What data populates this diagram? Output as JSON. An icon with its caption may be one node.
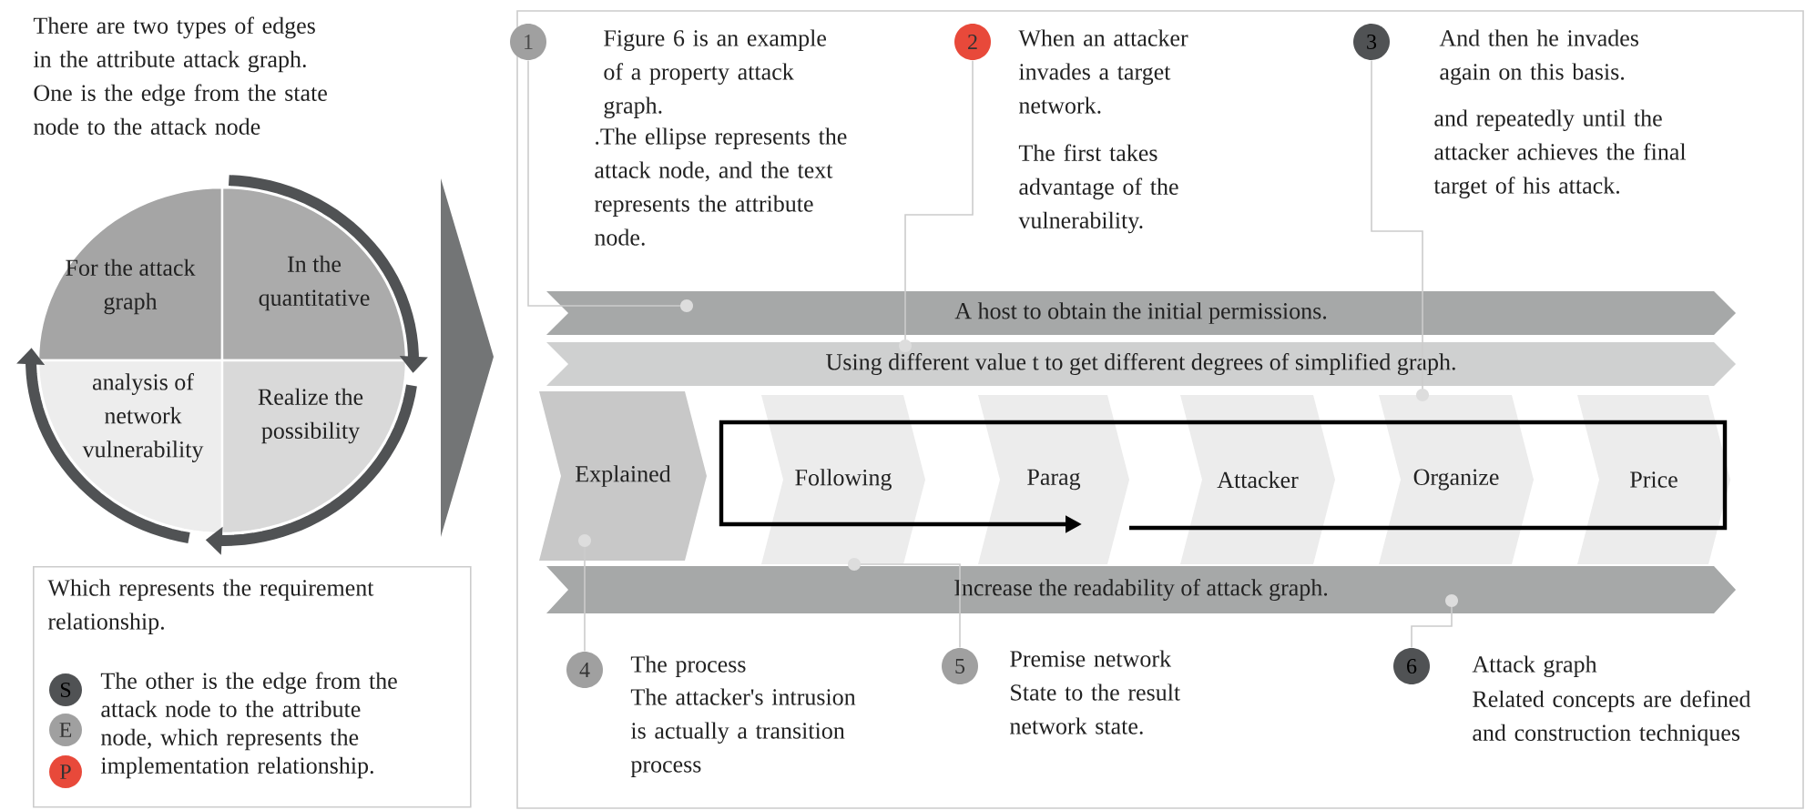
{
  "diagram": {
    "nodes": [
      {
        "text": [
          "For the attack graph"
        ]
      },
      {
        "text": [
          "In the quantitative"
        ]
      },
      {
        "text": [
          "analysis of network vulnerability"
        ]
      },
      {
        "text": [
          "Realize the possibility"
        ]
      },
      {
        "text": [
          "Which represents the requirement relationship.",
          "The other is the edge from the attack node to the attribute node, which represents the implementation relationship."
        ]
      },
      {
        "text": [
          "S"
        ],
        "in": 4
      },
      {
        "text": [
          "E"
        ],
        "in": 4
      },
      {
        "text": [
          "P"
        ],
        "in": 4
      },
      {
        "text": [
          "1"
        ],
        "beside": [
          "Figure 6 is an example of a property attack graph.",
          ".The ellipse represents the attack node, and the text represents the attribute node."
        ]
      },
      {
        "text": [
          "2"
        ],
        "beside": [
          "When an attacker invades a target network.",
          "The first takes advantage of the vulnerability."
        ]
      },
      {
        "text": [
          "3"
        ],
        "beside": [
          "And then he invades again on this basis.",
          "and repeatedly until the attacker achieves the final target of his attack."
        ]
      },
      {
        "text": [
          "A host to obtain the initial permissions."
        ]
      },
      {
        "text": [
          "Using different value t to get different degrees of simplified graph."
        ]
      },
      {
        "text": [
          "Explained"
        ]
      },
      {
        "text": [
          "Following"
        ]
      },
      {
        "text": [
          "Parag"
        ]
      },
      {
        "text": [
          "Attacker"
        ]
      },
      {
        "text": [
          "Organize"
        ]
      },
      {
        "text": [
          "Price"
        ]
      },
      {
        "text": [
          "Increase the readability of attack graph."
        ]
      },
      {
        "text": [
          "4"
        ],
        "beside": [
          "The process",
          "The attacker's intrusion is actually a transition process"
        ]
      },
      {
        "text": [
          "5"
        ],
        "beside": [
          "Premise network State to the result network state."
        ]
      },
      {
        "text": [
          "6"
        ],
        "beside": [
          "Attack graph",
          "Related concepts are defined and construction techniques"
        ]
      },
      {
        "text": [],
        "shape": "triangle"
      }
    ],
    "edges": [
      {
        "from": 8,
        "to": 11,
        "arrow": "other"
      },
      {
        "from": 9,
        "to": 12,
        "arrow": "other"
      },
      {
        "from": 10,
        "to": 17,
        "arrow": "other"
      },
      {
        "from": 20,
        "to": 13,
        "arrow": "other"
      },
      {
        "from": 21,
        "to": 14,
        "arrow": "other"
      },
      {
        "from": 22,
        "to": 19,
        "arrow": "other"
      },
      {
        "from": 1,
        "to": 3,
        "arrow": "to",
        "style": "thick",
        "color": "#505254"
      },
      {
        "from": 3,
        "to": 2,
        "arrow": "to",
        "style": "thick",
        "color": "#505254"
      },
      {
        "from": 2,
        "to": 0,
        "arrow": "to",
        "style": "thick",
        "color": "#505254"
      }
    ],
    "labels": [
      "There are two types of edges in the attribute attack graph. One is the edge from the state node to the attack node"
    ]
  }
}
